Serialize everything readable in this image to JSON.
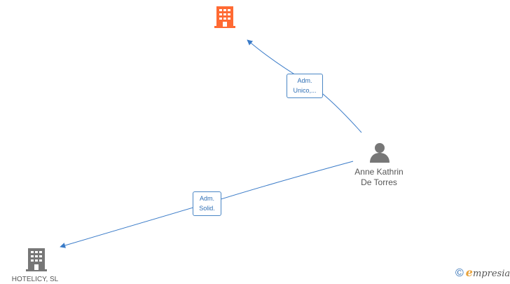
{
  "nodes": {
    "company_top": {
      "name": "",
      "color": "#ff6a33"
    },
    "person": {
      "name_line1": "Anne Kathrin",
      "name_line2": "De Torres",
      "color": "#777777"
    },
    "company_bottom": {
      "name": "HOTELICY, SL",
      "color": "#777777"
    }
  },
  "edges": [
    {
      "from": "person",
      "to": "company_top",
      "label_line1": "Adm.",
      "label_line2": "Unico,..."
    },
    {
      "from": "person",
      "to": "company_bottom",
      "label_line1": "Adm.",
      "label_line2": "Solid."
    }
  ],
  "colors": {
    "edge": "#3a7bc8",
    "label_border": "#4a86c5",
    "label_text": "#2f6fb5"
  },
  "watermark": {
    "symbol": "©",
    "brand_initial": "e",
    "brand_rest": "mpresia"
  }
}
